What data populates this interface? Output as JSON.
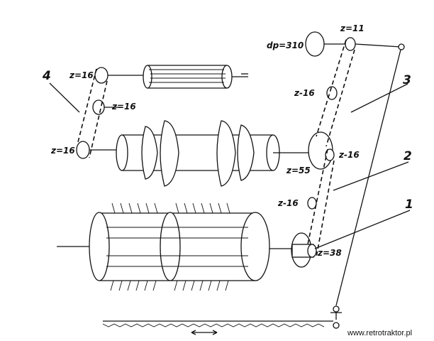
{
  "gear_labels": {
    "g1": "z=16",
    "g2": "z=16",
    "g3": "z=16",
    "g4": "z=11",
    "g5": "dp=310",
    "g6": "z-16",
    "g7": "z-16",
    "g8": "z=55",
    "g9": "z-16",
    "g10": "z=38"
  },
  "callouts": {
    "c1": "1",
    "c2": "2",
    "c3": "3",
    "c4": "4"
  },
  "watermark": "www.retrotraktor.pl"
}
